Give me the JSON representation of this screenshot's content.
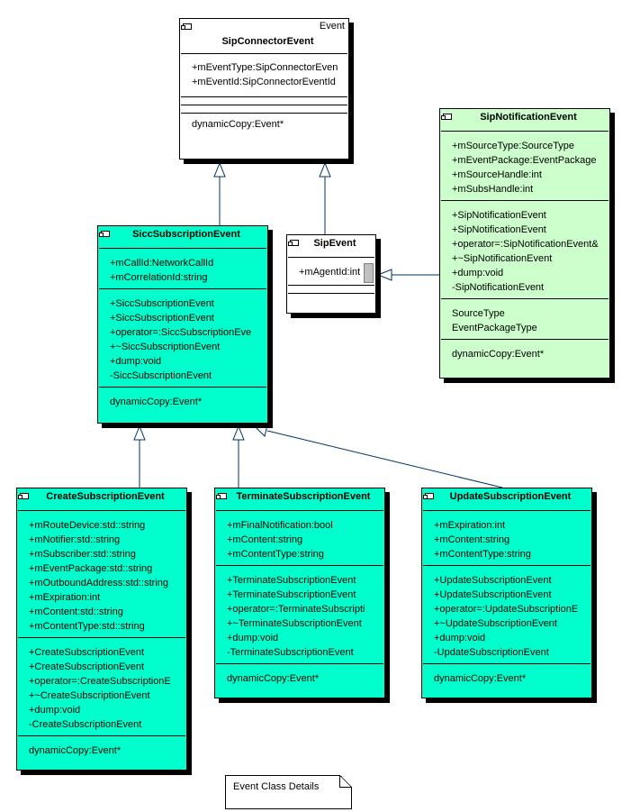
{
  "classes": {
    "sip_connector_event": {
      "stereotype": "Event",
      "name": "SipConnectorEvent",
      "attributes": [
        "+mEventType:SipConnectorEven",
        "+mEventId:SipConnectorEventId"
      ],
      "operations": [
        "dynamicCopy:Event*"
      ]
    },
    "sip_notification_event": {
      "name": "SipNotificationEvent",
      "attributes": [
        "+mSourceType:SourceType",
        "+mEventPackage:EventPackage",
        "+mSourceHandle:int",
        "+mSubsHandle:int"
      ],
      "methods": [
        "+SipNotificationEvent",
        "+SipNotificationEvent",
        "+operator=:SipNotificationEvent&",
        "+~SipNotificationEvent",
        "+dump:void",
        "-SipNotificationEvent"
      ],
      "types": [
        "SourceType",
        "EventPackageType"
      ],
      "operations": [
        "dynamicCopy:Event*"
      ]
    },
    "sicc_subscription_event": {
      "name": "SiccSubscriptionEvent",
      "attributes": [
        "+mCallId:NetworkCallId",
        "+mCorrelationId:string"
      ],
      "methods": [
        "+SiccSubscriptionEvent",
        "+SiccSubscriptionEvent",
        "+operator=:SiccSubscriptionEve",
        "+~SiccSubscriptionEvent",
        "+dump:void",
        "-SiccSubscriptionEvent"
      ],
      "operations": [
        "dynamicCopy:Event*"
      ]
    },
    "sip_event": {
      "name": "SipEvent",
      "attributes": [
        "+mAgentId:int"
      ]
    },
    "create_subscription_event": {
      "name": "CreateSubscriptionEvent",
      "attributes": [
        "+mRouteDevice:std::string",
        "+mNotifier:std::string",
        "+mSubscriber:std::string",
        "+mEventPackage:std::string",
        "+mOutboundAddress:std::string",
        "+mExpiration:int",
        "+mContent:std::string",
        "+mContentType:std::string"
      ],
      "methods": [
        "+CreateSubscriptionEvent",
        "+CreateSubscriptionEvent",
        "+operator=:CreateSubscriptionE",
        "+~CreateSubscriptionEvent",
        "+dump:void",
        "-CreateSubscriptionEvent"
      ],
      "operations": [
        "dynamicCopy:Event*"
      ]
    },
    "terminate_subscription_event": {
      "name": "TerminateSubscriptionEvent",
      "attributes": [
        "+mFinalNotification:bool",
        "+mContent:string",
        "+mContentType:string"
      ],
      "methods": [
        "+TerminateSubscriptionEvent",
        "+TerminateSubscriptionEvent",
        "+operator=:TerminateSubscripti",
        "+~TerminateSubscriptionEvent",
        "+dump:void",
        "-TerminateSubscriptionEvent"
      ],
      "operations": [
        "dynamicCopy:Event*"
      ]
    },
    "update_subscription_event": {
      "name": "UpdateSubscriptionEvent",
      "attributes": [
        "+mExpiration:int",
        "+mContent:string",
        "+mContentType:string"
      ],
      "methods": [
        "+UpdateSubscriptionEvent",
        "+UpdateSubscriptionEvent",
        "+operator=:UpdateSubscriptionE",
        "+~UpdateSubscriptionEvent",
        "+dump:void",
        "-UpdateSubscriptionEvent"
      ],
      "operations": [
        "dynamicCopy:Event*"
      ]
    }
  },
  "note": {
    "text": "Event Class Details"
  },
  "colors": {
    "white": "#ffffff",
    "teal": "#00ffcc",
    "green": "#ccffcc",
    "line": "#003366"
  }
}
